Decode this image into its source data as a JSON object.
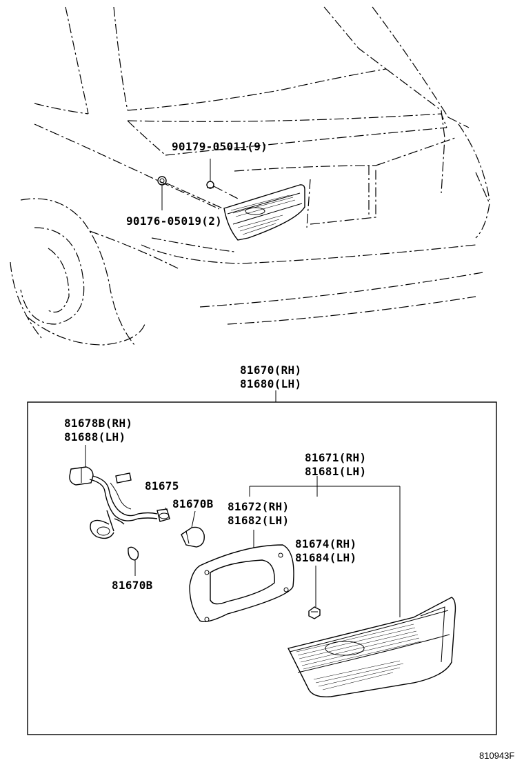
{
  "upper_view": {
    "callouts": [
      {
        "part_no": "90179-05011",
        "qty": "(9)"
      },
      {
        "part_no": "90176-05019",
        "qty": "(2)"
      }
    ]
  },
  "assembly": {
    "title_rh": "81670(RH)",
    "title_lh": "81680(LH)"
  },
  "parts": [
    {
      "rh": "81678B(RH)",
      "lh": "81688(LH)"
    },
    {
      "single": "81675"
    },
    {
      "single": "81670B"
    },
    {
      "single": "81670B"
    },
    {
      "rh": "81671(RH)",
      "lh": "81681(LH)"
    },
    {
      "rh": "81672(RH)",
      "lh": "81682(LH)"
    },
    {
      "rh": "81674(RH)",
      "lh": "81684(LH)"
    }
  ],
  "diagram_id": "810943F"
}
